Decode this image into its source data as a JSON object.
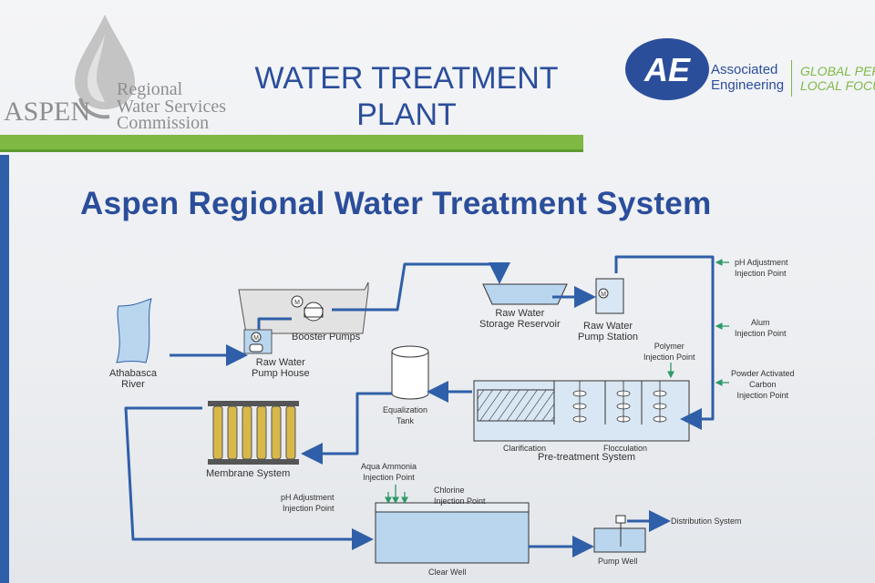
{
  "header": {
    "aspen_logo": {
      "word": "ASPEN",
      "line1": "Regional",
      "line2": "Water Services",
      "line3": "Commission"
    },
    "plant_title_line1": "WATER TREATMENT",
    "plant_title_line2": "PLANT",
    "ae_logo": {
      "mark": "AE",
      "line1": "Associated",
      "line2": "Engineering",
      "tagline1": "GLOBAL PERS",
      "tagline2": "LOCAL FOCUS."
    }
  },
  "main_title": "Aspen Regional Water Treatment System",
  "diagram": {
    "labels": {
      "athabasca_river": [
        "Athabasca",
        "River"
      ],
      "raw_water_pump_house": [
        "Raw Water",
        "Pump House"
      ],
      "booster_pumps": "Booster Pumps",
      "raw_water_storage_reservoir": [
        "Raw Water",
        "Storage Reservoir"
      ],
      "raw_water_pump_station": [
        "Raw Water",
        "Pump Station"
      ],
      "ph_adjustment_top": [
        "pH Adjustment",
        "Injection Point"
      ],
      "alum": [
        "Alum",
        "Injection Point"
      ],
      "polymer": [
        "Polymer",
        "Injection Point"
      ],
      "powder_activated_carbon": [
        "Powder Activated",
        "Carbon",
        "Injection Point"
      ],
      "clarification": "Clarification",
      "flocculation": "Flocculation",
      "pre_treatment_system": "Pre-treatment System",
      "equalization_tank": [
        "Equalization",
        "Tank"
      ],
      "membrane_system": "Membrane System",
      "aqua_ammonia": [
        "Aqua Ammonia",
        "Injection Point"
      ],
      "ph_adjustment_bottom": [
        "pH Adjustment",
        "Injection Point"
      ],
      "chlorine": [
        "Chlorine",
        "Injection Point"
      ],
      "clear_well": "Clear Well",
      "pump_well": "Pump Well",
      "distribution_system": "Distribution System",
      "pump_symbol": "M"
    },
    "colors": {
      "pipe": "#2f5fa8",
      "water": "#b9d6ee",
      "injection": "#2e9a68",
      "title": "#2b4e9b",
      "green_bar": "#7fb843"
    }
  }
}
